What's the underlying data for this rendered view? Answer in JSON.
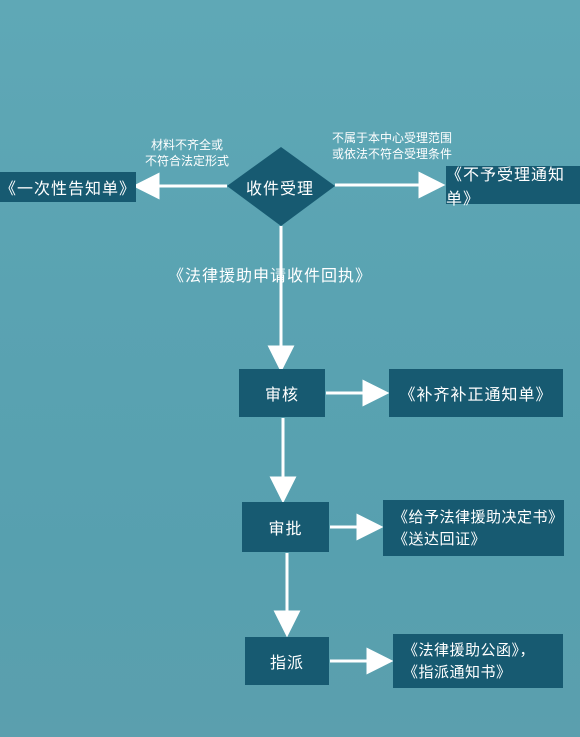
{
  "nodes": {
    "center": "收件受理",
    "left_doc": "《一次性告知单》",
    "right_doc": "《不予受理通知单》",
    "review": "审核",
    "review_doc": "《补齐补正通知单》",
    "approve": "审批",
    "approve_doc_1": "《给予法律援助决定书》",
    "approve_doc_2": "《送达回证》",
    "assign": "指派",
    "assign_doc_1": "《法律援助公函》，",
    "assign_doc_2": "《指派通知书》"
  },
  "edge_labels": {
    "left_1": "材料不齐全或",
    "left_2": "不符合法定形式",
    "right_1": "不属于本中心受理范围",
    "right_2": "或依法不符合受理条件",
    "down": "《法律援助申请收件回执》"
  },
  "colors": {
    "box": "#175a71",
    "line": "#ffffff"
  }
}
